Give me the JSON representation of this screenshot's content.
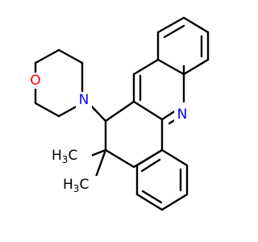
{
  "molecule": {
    "atoms": {
      "oxygen": {
        "symbol": "O",
        "color": "#ff0000"
      },
      "morpholine_nitrogen": {
        "symbol": "N",
        "color": "#0000ff"
      },
      "ring_nitrogen": {
        "symbol": "N",
        "color": "#0000ff"
      },
      "methyl_1": {
        "main": "H",
        "sub": "3",
        "tail": "C",
        "color": "#000000"
      },
      "methyl_2": {
        "main": "H",
        "sub": "3",
        "tail": "C",
        "color": "#000000"
      }
    },
    "bond_color": "#000000"
  }
}
